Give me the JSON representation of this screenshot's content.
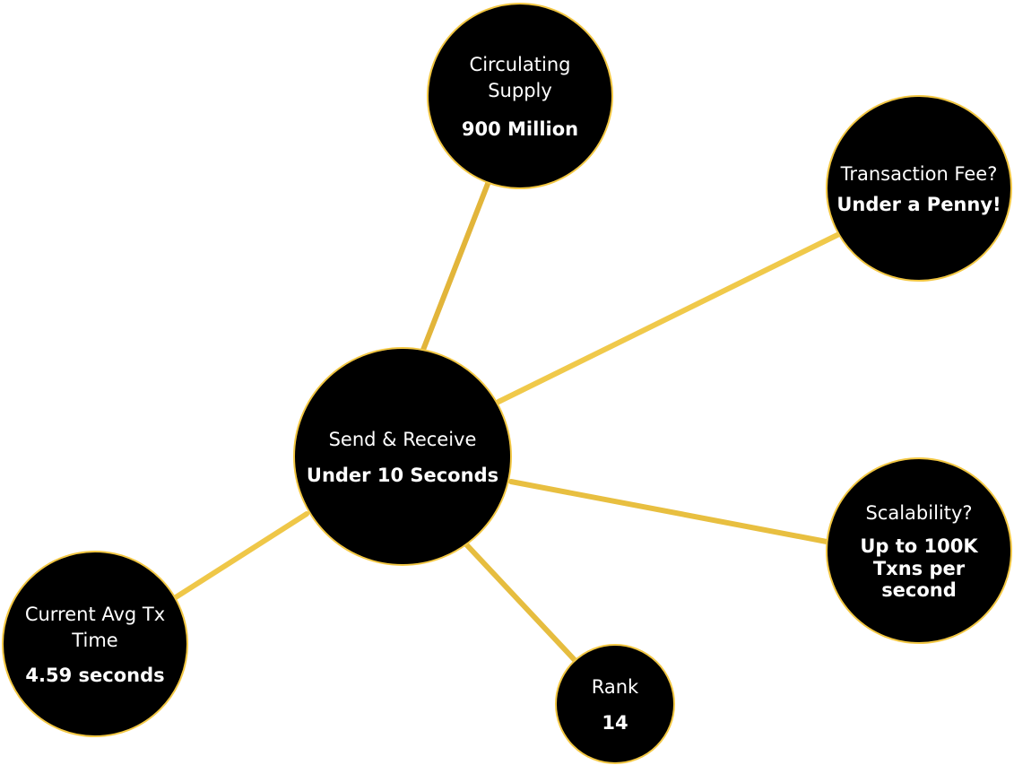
{
  "colors": {
    "node_fill": "#000000",
    "node_border": "#f2c744",
    "text": "#ffffff",
    "link_light": "#ffe45a",
    "link_dark": "#d4a02a"
  },
  "center": {
    "label": "Send & Receive",
    "value": "Under 10 Seconds"
  },
  "nodes": {
    "supply": {
      "label": "Circulating Supply",
      "value": "900 Million"
    },
    "fee": {
      "label": "Transaction Fee?",
      "value": "Under a Penny!"
    },
    "scalability": {
      "label": "Scalability?",
      "value": "Up to 100K Txns per second"
    },
    "avg_time": {
      "label": "Current Avg Tx Time",
      "value": "4.59 seconds"
    },
    "rank": {
      "label": "Rank",
      "value": "14"
    }
  }
}
